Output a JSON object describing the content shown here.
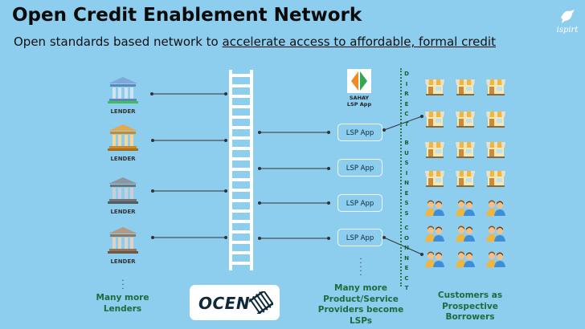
{
  "title": "Open Credit Enablement Network",
  "subtitle": {
    "prefix": "Open standards based network to ",
    "underlined": "accelerate access to affordable, formal credit"
  },
  "brand": {
    "name": "ispirt",
    "icon": "bird-icon"
  },
  "lenders": [
    {
      "label": "LENDER",
      "color": "#7fa8d8"
    },
    {
      "label": "LENDER",
      "color": "#e3a94a"
    },
    {
      "label": "LENDER",
      "color": "#8d969f"
    },
    {
      "label": "LENDER",
      "color": "#b49a82"
    }
  ],
  "lenders_more": "Many more Lenders",
  "network_logo": {
    "text": "OCEN",
    "icon": "railway-track-icon"
  },
  "sahay": {
    "label_line1": "SAHAY",
    "label_line2": "LSP App",
    "icon": "sahay-logo-icon"
  },
  "lsp_apps": [
    "LSP App",
    "LSP App",
    "LSP App",
    "LSP App"
  ],
  "lsp_more": [
    "Many more",
    "Product/Service",
    "Providers become",
    "LSPs"
  ],
  "direct_label": [
    "D",
    "I",
    "R",
    "E",
    "C",
    "T"
  ],
  "business_label": [
    "B",
    "U",
    "S",
    "I",
    "N",
    "E",
    "S",
    "S"
  ],
  "connect_label": [
    "C",
    "O",
    "N",
    "N",
    "E",
    "C",
    "T"
  ],
  "customers_label": [
    "Customers as",
    "Prospective",
    "Borrowers"
  ],
  "shop_icon": "shop-icon",
  "people_icon": "people-icon"
}
